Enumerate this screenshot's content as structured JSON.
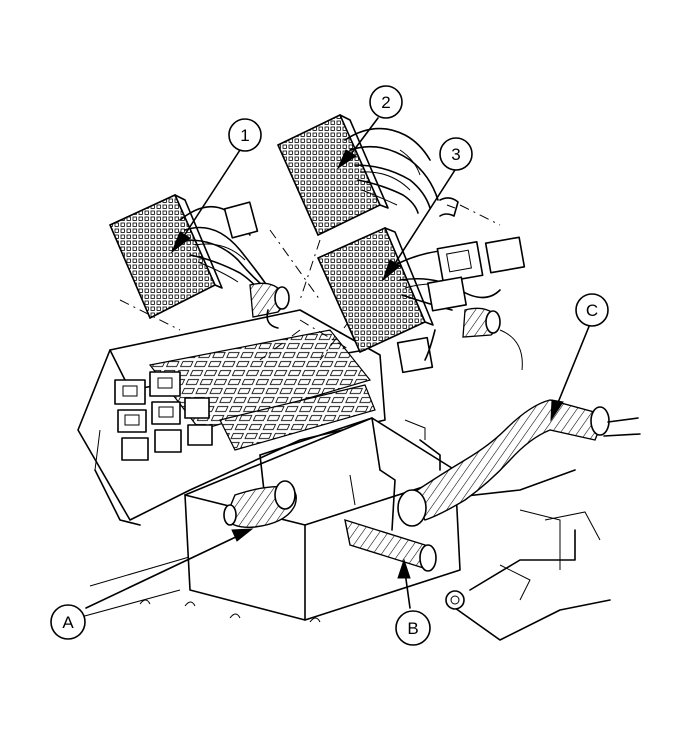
{
  "callouts": {
    "c1": "1",
    "c2": "2",
    "c3": "3",
    "cA": "A",
    "cB": "B",
    "cC": "C"
  }
}
